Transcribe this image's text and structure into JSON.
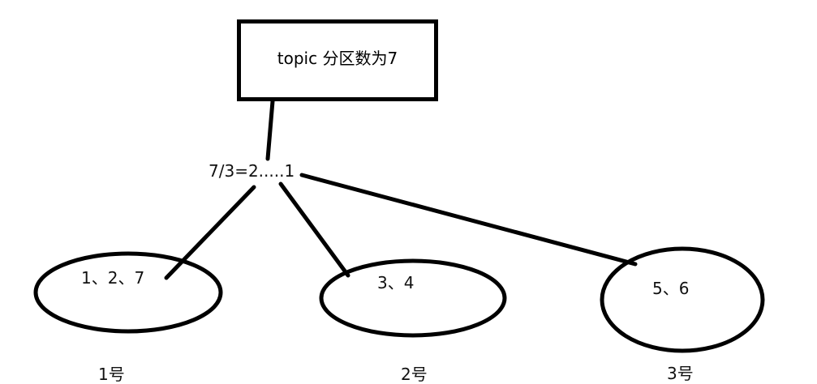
{
  "topic": {
    "label": "topic 分区数为7"
  },
  "division": {
    "label": "7/3=2.....1"
  },
  "consumers": [
    {
      "partitions": "1、2、7",
      "name": "1号"
    },
    {
      "partitions": "3、4",
      "name": "2号"
    },
    {
      "partitions": "5、6",
      "name": "3号"
    }
  ],
  "colors": {
    "stroke": "#000000",
    "background": "#ffffff"
  }
}
